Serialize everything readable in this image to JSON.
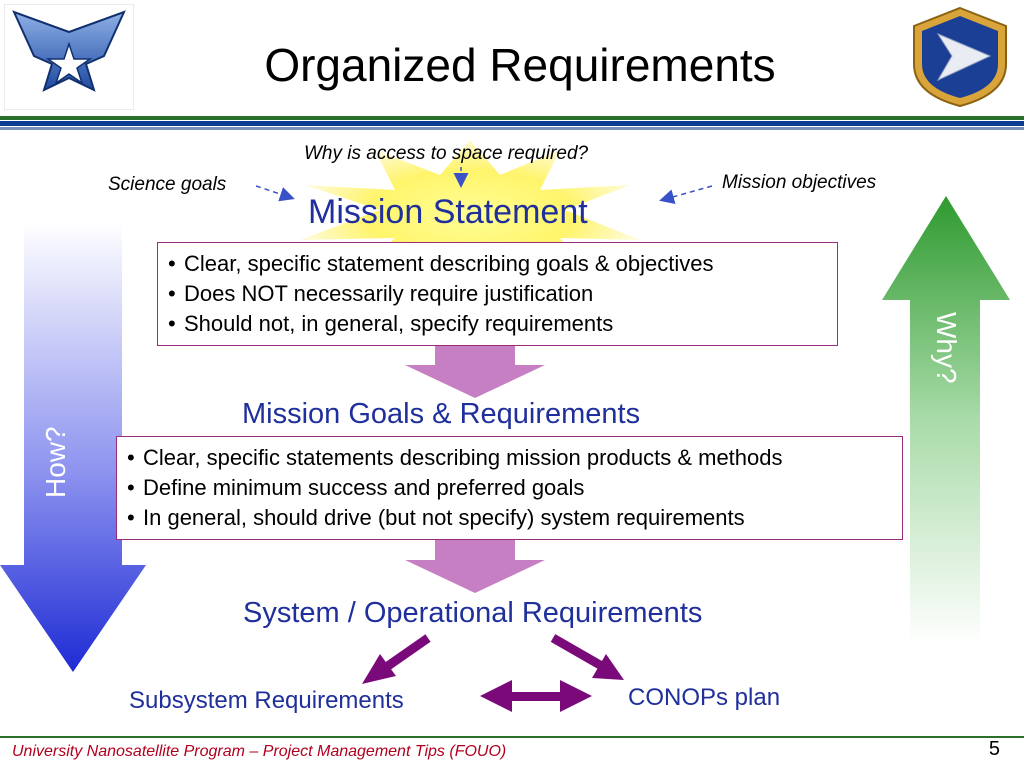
{
  "slide": {
    "title": "Organized Requirements",
    "page_number": "5",
    "footer": "University Nanosatellite Program – Project Management Tips (FOUO)"
  },
  "labels": {
    "why_access": "Why is access to space required?",
    "science_goals": "Science goals",
    "mission_objectives": "Mission objectives",
    "how": "How?",
    "why": "Why?"
  },
  "sections": {
    "mission_statement": {
      "heading": "Mission Statement",
      "bullets": [
        "Clear, specific statement describing goals & objectives",
        "Does NOT necessarily require justification",
        "Should not, in general, specify requirements"
      ]
    },
    "mission_goals": {
      "heading": "Mission Goals & Requirements",
      "bullets": [
        "Clear, specific statements describing mission products & methods",
        "Define minimum success and preferred goals",
        "In general, should drive (but not specify) system requirements"
      ]
    },
    "system_requirements": {
      "heading": "System / Operational Requirements"
    },
    "subsystem_requirements": {
      "heading": "Subsystem Requirements"
    },
    "conops": {
      "heading": "CONOPs plan"
    }
  },
  "colors": {
    "heading_blue": "#1f2f9b",
    "box_border": "#9a2c7e",
    "down_arrow_purple": "#c77fc4",
    "purple_arrows": "#7a0a7a",
    "how_arrow": "#2b35d6",
    "why_arrow": "#3aa63a",
    "burst_yellow": "#fff35a",
    "footer_red": "#b0001e",
    "header_bar_green": "#2a6f2a",
    "header_bar_blue": "#0a3d91"
  },
  "icons": {
    "left_logo": "air-force-wings-icon",
    "right_logo": "afrl-seal-icon"
  }
}
